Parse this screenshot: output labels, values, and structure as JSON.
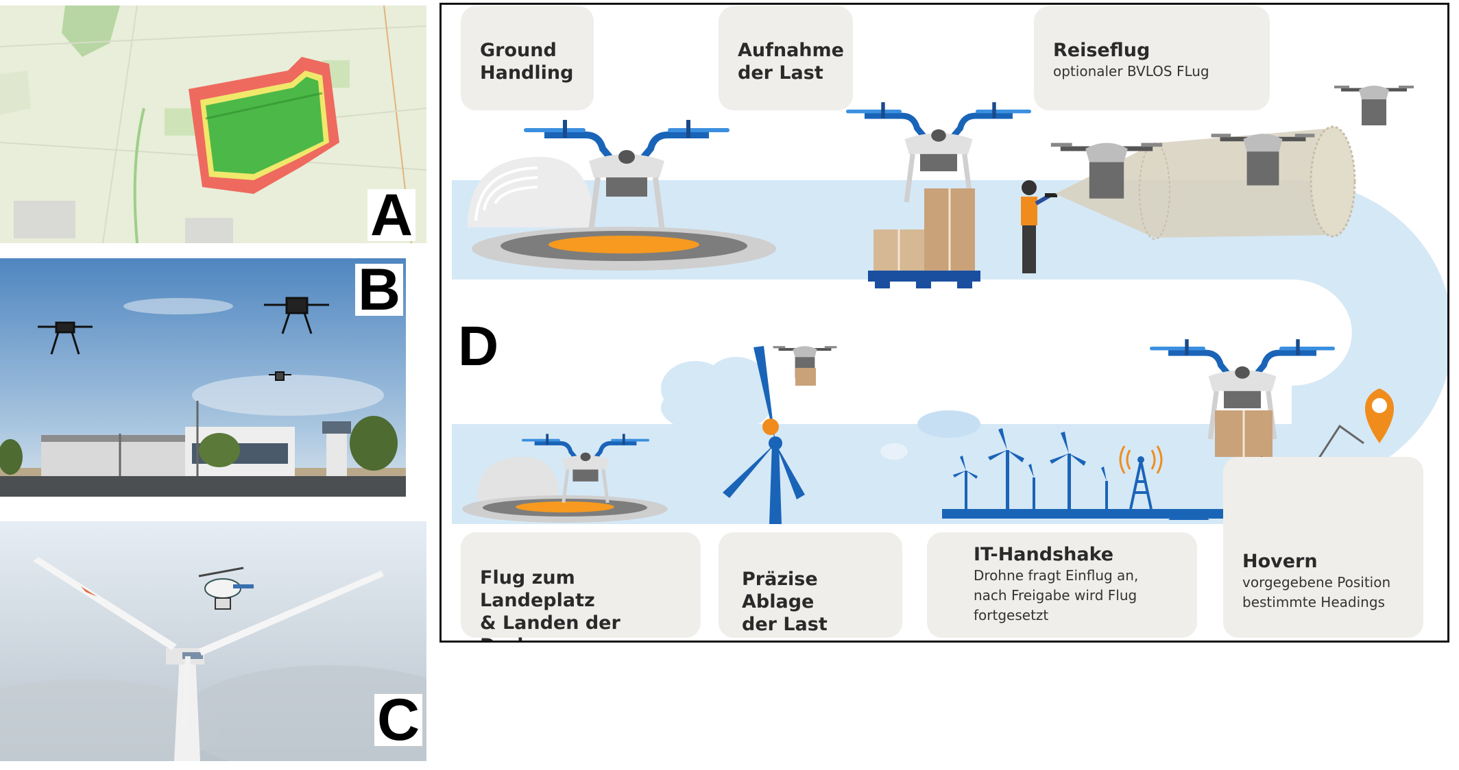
{
  "panels": {
    "a": {
      "label": "A"
    },
    "b": {
      "label": "B"
    },
    "c": {
      "label": "C"
    },
    "d": {
      "label": "D"
    }
  },
  "steps": {
    "ground_handling": {
      "title": "Ground\nHandling"
    },
    "aufnahme": {
      "title": "Aufnahme\nder Last"
    },
    "reiseflug": {
      "title": "Reiseflug",
      "subtitle": "optionaler BVLOS FLug"
    },
    "landeplatz": {
      "title": "Flug zum Landeplatz\n& Landen der Drohne"
    },
    "ablage": {
      "title": "Präzise Ablage\nder Last"
    },
    "handshake": {
      "title": "IT-Handshake",
      "subtitle": "Drohne fragt Einflug an,\nnach Freigabe wird Flug\nfortgesetzt"
    },
    "hovern": {
      "title": "Hovern",
      "subtitle": "vorgegebene Position\nbestimmte Headings"
    }
  },
  "colors": {
    "path_blue": "#d5e8f6",
    "drone_blue": "#1a64b8",
    "landing_orange": "#f79a1f",
    "pin_orange": "#f08c1c",
    "card_bg": "#f0eeea",
    "box_brown": "#c9a27a",
    "zone_green": "#4cb848",
    "zone_red": "#ee6a5f"
  }
}
